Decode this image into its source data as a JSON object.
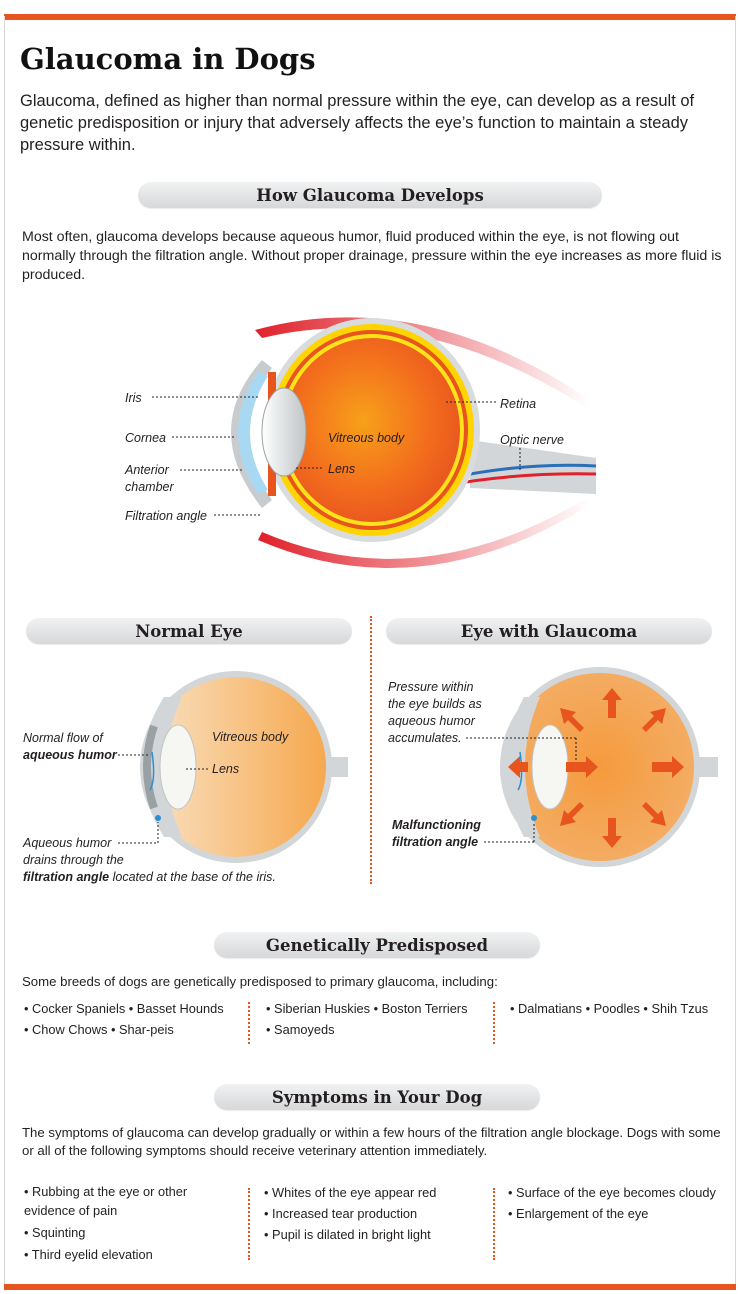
{
  "title": "Glaucoma in Dogs",
  "intro": "Glaucoma, defined as higher than normal pressure within the eye, can develop as a result of genetic predisposition or injury that adversely affects the eye’s function to maintain a steady pressure within.",
  "how": {
    "heading": "How Glaucoma Develops",
    "text": "Most often, glaucoma develops because aqueous humor, fluid produced within the eye, is not flowing out normally through the filtration angle. Without proper drainage, pressure within the eye increases as more fluid is produced.",
    "labels": {
      "iris": "Iris",
      "cornea": "Cornea",
      "anterior_1": "Anterior",
      "anterior_2": "chamber",
      "filtration": "Filtration angle",
      "vitreous": "Vitreous body",
      "lens": "Lens",
      "retina": "Retina",
      "optic": "Optic nerve"
    }
  },
  "normal": {
    "heading": "Normal Eye",
    "flow_1": "Normal flow of",
    "flow_2": "aqueous humor",
    "vitreous": "Vitreous body",
    "lens": "Lens",
    "drain_1": "Aqueous humor",
    "drain_2": "drains through the",
    "drain_3a": "filtration angle",
    "drain_3b": " located at the base of the iris."
  },
  "glaucoma": {
    "heading": "Eye with Glaucoma",
    "pressure_1": "Pressure within",
    "pressure_2": "the eye builds as",
    "pressure_3": "aqueous humor",
    "pressure_4": "accumulates.",
    "malf_1": "Malfunctioning",
    "malf_2": "filtration angle"
  },
  "genetic": {
    "heading": "Genetically Predisposed",
    "text": "Some breeds of dogs are genetically predisposed to primary glaucoma, including:",
    "col1": [
      "• Cocker Spaniels • Basset Hounds",
      "• Chow Chows • Shar-peis"
    ],
    "col2": [
      "• Siberian Huskies • Boston Terriers",
      "• Samoyeds"
    ],
    "col3": [
      "• Dalmatians • Poodles • Shih Tzus"
    ]
  },
  "symptoms": {
    "heading": "Symptoms in Your Dog",
    "text": "The symptoms of glaucoma can develop gradually or within a few hours of the filtration angle blockage.  Dogs with some or all of the following symptoms should receive veterinary attention immediately.",
    "col1": [
      "• Rubbing at the eye or other",
      "evidence of pain",
      "• Squinting",
      "• Third eyelid elevation"
    ],
    "col2": [
      "• Whites of the eye appear red",
      "• Increased tear production",
      "• Pupil is dilated in bright light"
    ],
    "col3": [
      "• Surface of the eye becomes cloudy",
      "• Enlargement of the eye"
    ]
  },
  "colors": {
    "accent": "#e8541e",
    "sclera": "#ffd400",
    "vitreous": "#f26a1b"
  }
}
